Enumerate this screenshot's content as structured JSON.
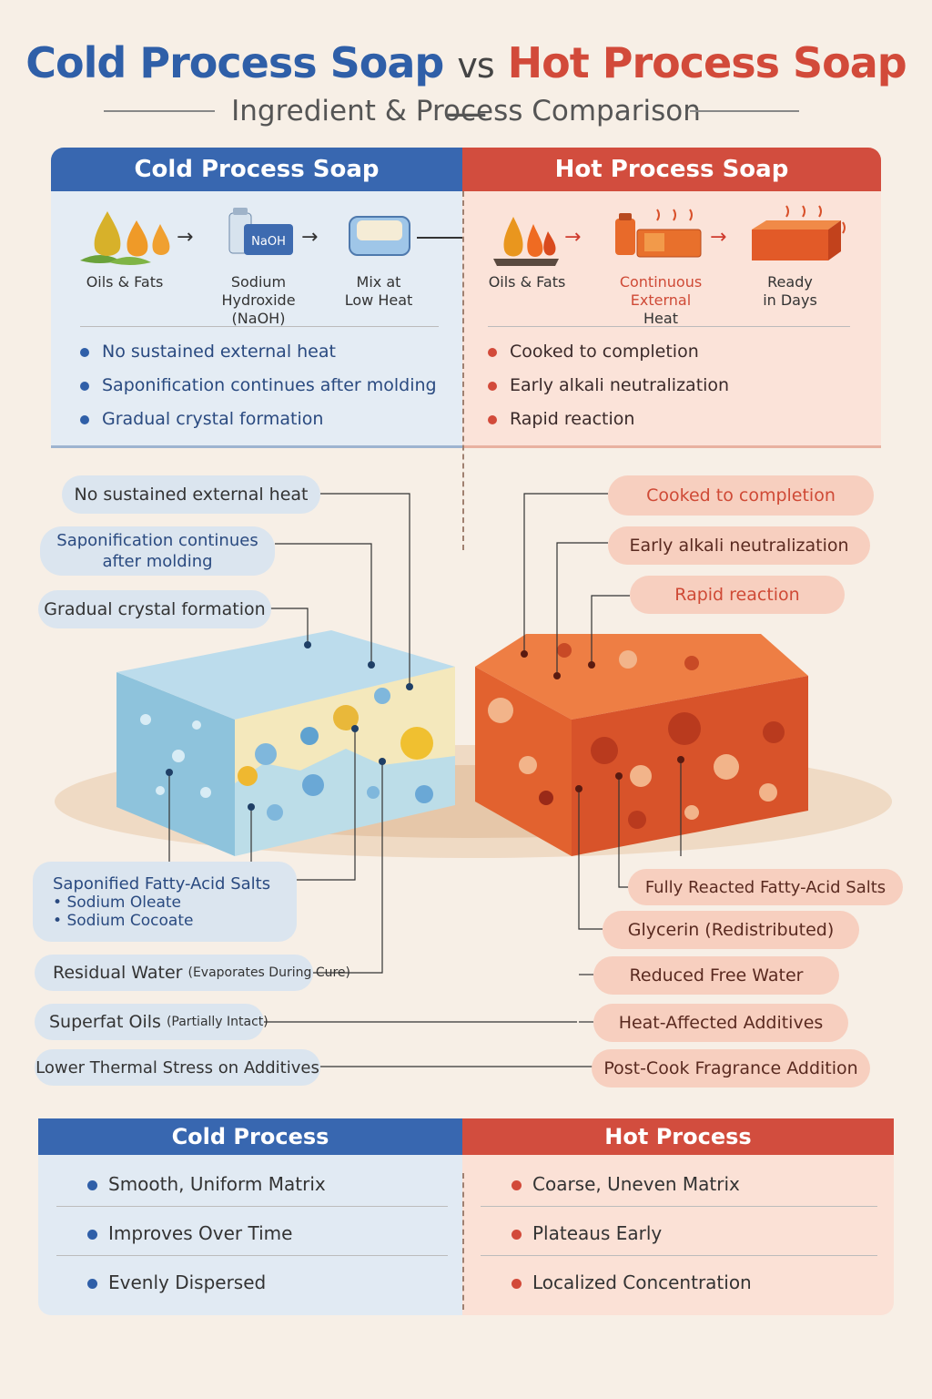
{
  "header": {
    "title_cold": "Cold Process Soap",
    "title_vs": "vs",
    "title_hot": "Hot Process Soap",
    "title_dash": "—",
    "subtitle": "Ingredient & Process Comparison"
  },
  "cold_panel": {
    "title": "Cold Process Soap",
    "steps": [
      {
        "label_lines": [
          "Oils & Fats"
        ]
      },
      {
        "label_lines": [
          "Sodium Hydroxide",
          "(NaOH)"
        ]
      },
      {
        "label_lines": [
          "Mix at",
          "Low Heat"
        ]
      }
    ],
    "naoh_box_text": "NaOH",
    "bullets": [
      "No sustained external heat",
      "Saponification continues after molding",
      "Gradual crystal formation"
    ]
  },
  "hot_panel": {
    "title": "Hot Process Soap",
    "steps": [
      {
        "label_lines": [
          "Oils & Fats"
        ]
      },
      {
        "label_lines": [
          "Continuous External",
          "Heat"
        ]
      },
      {
        "label_lines": [
          "Ready",
          "in Days"
        ]
      }
    ],
    "bullets": [
      "Cooked to completion",
      "Early alkali neutralization",
      "Rapid reaction"
    ]
  },
  "cold_callouts_top": [
    {
      "lines": [
        "No sustained external heat"
      ]
    },
    {
      "lines": [
        "Saponification continues",
        "after molding"
      ]
    },
    {
      "lines": [
        "Gradual crystal formation"
      ]
    }
  ],
  "hot_callouts_top": [
    {
      "lines": [
        "Cooked to completion"
      ]
    },
    {
      "lines": [
        "Early alkali neutralization"
      ]
    },
    {
      "lines": [
        "Rapid reaction"
      ]
    }
  ],
  "cold_callouts_bottom": {
    "salts_title": "Saponified Fatty-Acid Salts",
    "salts_items": [
      "Sodium Oleate",
      "Sodium Cocoate"
    ],
    "water_main": "Residual Water",
    "water_note": "(Evaporates During Cure)",
    "superfat_main": "Superfat Oils",
    "superfat_note": "(Partially Intact)",
    "thermal": "Lower Thermal Stress on Additives"
  },
  "hot_callouts_bottom": [
    "Fully Reacted Fatty-Acid Salts",
    "Glycerin (Redistributed)",
    "Reduced Free Water",
    "Heat-Affected Additives",
    "Post-Cook Fragrance Addition"
  ],
  "bullet_glyph": "•",
  "summary": {
    "cold_title": "Cold Process",
    "hot_title": "Hot Process",
    "cold_rows": [
      "Smooth, Uniform Matrix",
      "Improves Over Time",
      "Evenly Dispersed"
    ],
    "hot_rows": [
      "Coarse, Uneven Matrix",
      "Plateaus Early",
      "Localized Concentration"
    ]
  },
  "colors": {
    "cold_accent": "#3867b0",
    "hot_accent": "#d24d3e",
    "cold_soap": "#8ec3dc",
    "hot_soap": "#e2622f",
    "background": "#f7efe6"
  }
}
